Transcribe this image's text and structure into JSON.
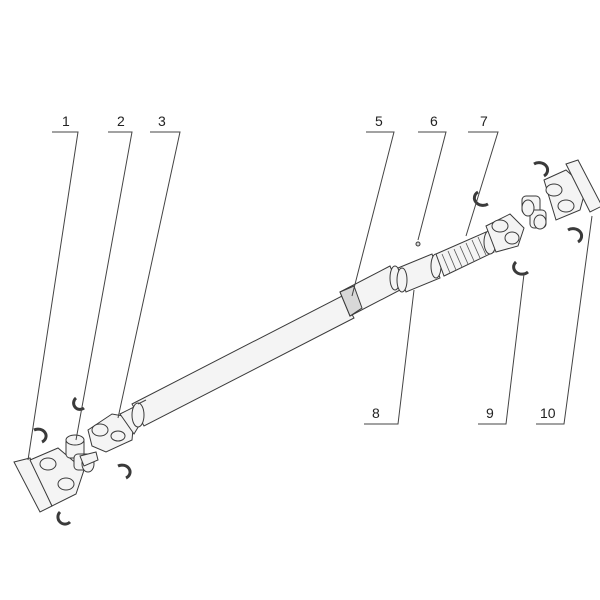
{
  "callouts": [
    {
      "id": "1",
      "label": "1"
    },
    {
      "id": "2",
      "label": "2"
    },
    {
      "id": "3",
      "label": "3"
    },
    {
      "id": "5",
      "label": "5"
    },
    {
      "id": "6",
      "label": "6"
    },
    {
      "id": "7",
      "label": "7"
    },
    {
      "id": "8",
      "label": "8"
    },
    {
      "id": "9",
      "label": "9"
    },
    {
      "id": "10",
      "label": "10"
    }
  ],
  "colors": {
    "line": "#3a3a3a",
    "fill": "#f4f4f4",
    "background": "#ffffff"
  }
}
